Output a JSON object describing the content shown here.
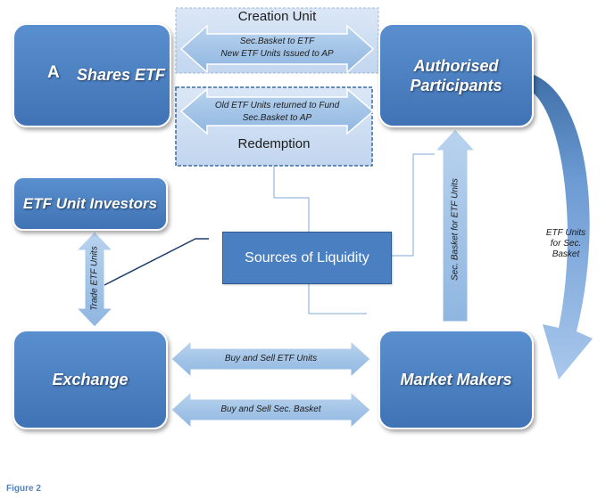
{
  "nodes": {
    "shares_etf_letter": "A",
    "shares_etf": "Shares ETF",
    "authorised_participants": "Authorised Participants",
    "etf_unit_investors": "ETF Unit Investors",
    "sources_of_liquidity": "Sources of Liquidity",
    "exchange": "Exchange",
    "market_makers": "Market Makers"
  },
  "creation": {
    "title": "Creation Unit",
    "line1": "Sec.Basket to ETF",
    "line2": "New ETF Units Issued to AP"
  },
  "redemption": {
    "title": "Redemption",
    "line1": "Old ETF Units returned to Fund",
    "line2": "Sec.Basket to AP"
  },
  "flows": {
    "trade_etf_units": "Trade ETF Units",
    "sec_basket_for_etf_units": "Sec. Basket for ETF Units",
    "etf_units_for_sec_basket": [
      "ETF Units",
      "for Sec.",
      "Basket"
    ],
    "buy_sell_etf_units": "Buy and Sell ETF Units",
    "buy_sell_sec_basket": "Buy and Sell Sec. Basket"
  },
  "caption": "Figure 2",
  "colors": {
    "node_top": "#5a8fcf",
    "node_bottom": "#3f73b5",
    "arrow_fill": "#9dc3e6",
    "panel_fill": "#c5d9f1",
    "panel_border": "#4f81bd",
    "caption": "#4f81bd"
  }
}
